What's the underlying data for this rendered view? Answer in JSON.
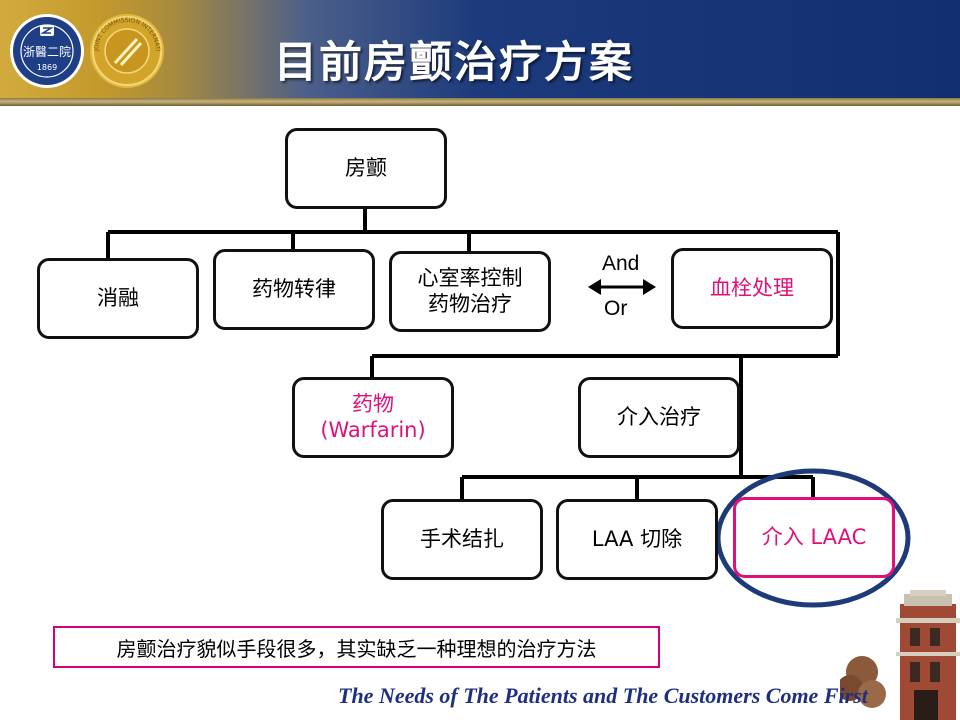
{
  "header": {
    "title": "目前房颤治疗方案",
    "logo_left": {
      "name": "hospital-seal",
      "text": "浙醫二院",
      "year": "1869"
    },
    "logo_right": {
      "name": "jci-seal",
      "text": "JOINT COMMISSION INTERNATIONAL · QUALITY APPROVAL"
    }
  },
  "diagram": {
    "root": "房颤",
    "level1": [
      "消融",
      "药物转律",
      "心室率控制",
      "药物治疗",
      "血栓处理"
    ],
    "and_label": "And",
    "or_label": "Or",
    "level2": {
      "drug_line1": "药物",
      "drug_line2": "(Warfarin)",
      "intervention": "介入治疗"
    },
    "level3": [
      "手术结扎",
      "LAA 切除",
      "介入 LAAC"
    ]
  },
  "note": "房颤治疗貌似手段很多，其实缺乏一种理想的治疗方法",
  "slogan": "The Needs of The Patients and  The Customers Come First",
  "colors": {
    "accent_pink": "#e0107a",
    "highlight_ring": "#1f3a7a",
    "slogan": "#1f2f80"
  }
}
